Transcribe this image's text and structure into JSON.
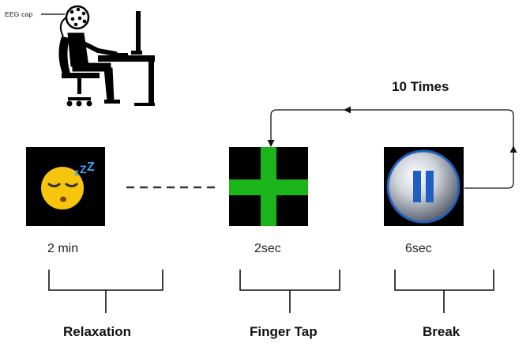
{
  "subject": {
    "label": "EEG cap"
  },
  "loop": {
    "label": "10 Times"
  },
  "stages": [
    {
      "key": "relaxation",
      "duration": "2 min",
      "phase": "Relaxation",
      "icon": "sleeping-face-icon"
    },
    {
      "key": "finger-tap",
      "duration": "2sec",
      "phase": "Finger Tap",
      "icon": "green-cross-icon"
    },
    {
      "key": "break",
      "duration": "6sec",
      "phase": "Break",
      "icon": "pause-icon"
    }
  ],
  "colors": {
    "stimulus_bg": "#000000",
    "cross": "#1bb51b",
    "face": "#f7c40e",
    "pause_ring": "#1f5fc2",
    "zz": "#2fa6ff"
  }
}
